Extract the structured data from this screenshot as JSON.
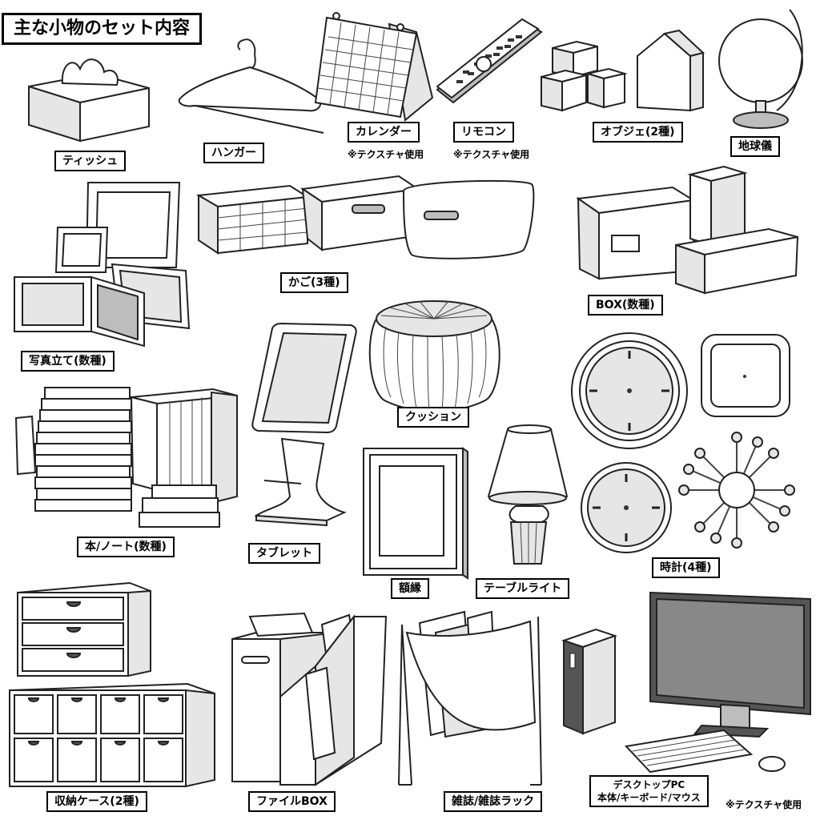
{
  "title": "主な小物のセット内容",
  "items": {
    "tissue": "ティッシュ",
    "hanger": "ハンガー",
    "calendar": "カレンダー",
    "remote": "リモコン",
    "object": "オブジェ(2種)",
    "globe": "地球儀",
    "basket": "かご(3種)",
    "box": "BOX(数種)",
    "photo_frame": "写真立て(数種)",
    "cushion": "クッション",
    "books": "本/ノート(数種)",
    "tablet": "タブレット",
    "picture_frame": "額縁",
    "table_light": "テーブルライト",
    "clock": "時計(4種)",
    "storage_case": "収納ケース(2種)",
    "file_box": "ファイルBOX",
    "magazine": "雑誌/雑誌ラック",
    "pc_line1": "デスクトップPC",
    "pc_line2": "本体/キーボード/マウス"
  },
  "notes": {
    "calendar_note": "※テクスチャ使用",
    "remote_note": "※テクスチャ使用",
    "pc_note": "※テクスチャ使用"
  },
  "icons": [
    "tissue-box-icon",
    "hanger-icon",
    "calendar-icon",
    "remote-icon",
    "blocks-icon",
    "globe-icon",
    "basket-icon",
    "storage-box-icon",
    "photo-frame-icon",
    "cushion-icon",
    "books-icon",
    "tablet-icon",
    "tablet-stand-icon",
    "picture-frame-icon",
    "table-lamp-icon",
    "clock-icon",
    "drawer-case-icon",
    "file-box-icon",
    "magazine-rack-icon",
    "desktop-pc-icon"
  ]
}
